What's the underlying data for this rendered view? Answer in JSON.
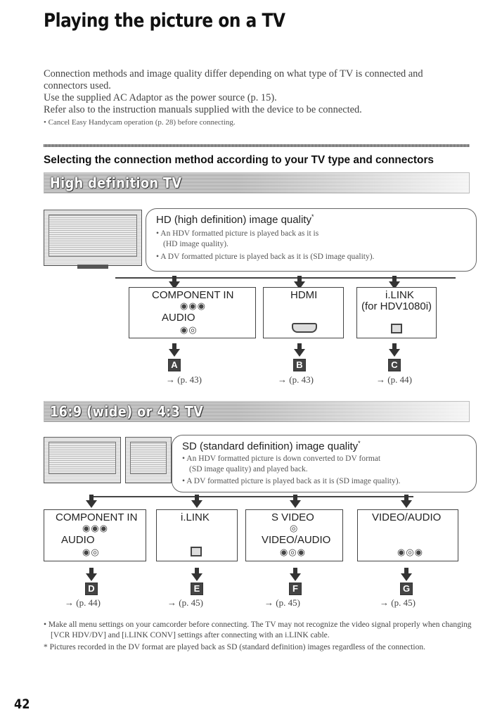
{
  "title": "Playing the picture on a TV",
  "intro": {
    "line1": "Connection methods and image quality differ depending on what type of TV is connected and",
    "line2": "connectors used.",
    "line3": "Use the supplied AC Adaptor as the power source (p. 15).",
    "line4": "Refer also to the instruction manuals supplied with the device to be connected.",
    "bullet": "• Cancel Easy Handycam operation (p. 28) before connecting."
  },
  "subheading": "Selecting the connection method according to your TV type and connectors",
  "hd": {
    "band": "High definition TV",
    "bubble_title": "HD (high definition) image quality",
    "bubble_star": "*",
    "bubble_l1": "• An HDV formatted picture is played back as it is",
    "bubble_l2": "(HD image quality).",
    "bubble_l3": "• A DV formatted picture is played back as it is (SD image quality).",
    "boxes": [
      {
        "label": "COMPONENT IN",
        "label2": "AUDIO",
        "letter": "A",
        "ref": "→ (p. 43)"
      },
      {
        "label": "HDMI",
        "letter": "B",
        "ref": "→ (p. 43)"
      },
      {
        "label": "i.LINK",
        "label2": "(for HDV1080i)",
        "letter": "C",
        "ref": "→ (p. 44)"
      }
    ]
  },
  "sd": {
    "band": "16:9 (wide) or 4:3 TV",
    "bubble_title": "SD (standard definition) image quality",
    "bubble_star": "*",
    "bubble_l1": "• An HDV formatted picture is down converted to DV format",
    "bubble_l2": "(SD image quality) and played back.",
    "bubble_l3": "• A DV formatted picture is played back as it is (SD image quality).",
    "boxes": [
      {
        "label": "COMPONENT IN",
        "label2": "AUDIO",
        "letter": "D",
        "ref": "→ (p. 44)"
      },
      {
        "label": "i.LINK",
        "letter": "E",
        "ref": "→ (p. 45)"
      },
      {
        "label": "S VIDEO",
        "label2": "VIDEO/AUDIO",
        "letter": "F",
        "ref": "→ (p. 45)"
      },
      {
        "label": "VIDEO/AUDIO",
        "letter": "G",
        "ref": "→ (p. 45)"
      }
    ]
  },
  "notes": {
    "n1": "• Make all menu settings on your camcorder before connecting. The TV may not recognize the video signal properly when changing [VCR HDV/DV] and [i.LINK CONV] settings after connecting with an i.LINK cable.",
    "n2": "* Pictures recorded in the DV format are played back as SD (standard definition) images regardless of the connection."
  },
  "page_number": "42",
  "icons": [
    "tv-icon",
    "jack-icon",
    "hdmi-port-icon",
    "ilink-port-icon",
    "arrow-down-icon"
  ]
}
